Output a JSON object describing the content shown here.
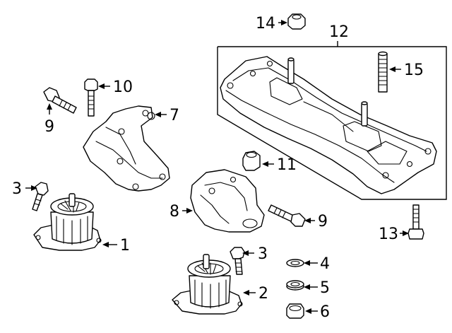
{
  "callouts": {
    "c1": "1",
    "c2": "2",
    "c3a": "3",
    "c3b": "3",
    "c4": "4",
    "c5": "5",
    "c6": "6",
    "c7": "7",
    "c8": "8",
    "c9a": "9",
    "c9b": "9",
    "c10": "10",
    "c11": "11",
    "c12": "12",
    "c13": "13",
    "c14": "14",
    "c15": "15"
  }
}
